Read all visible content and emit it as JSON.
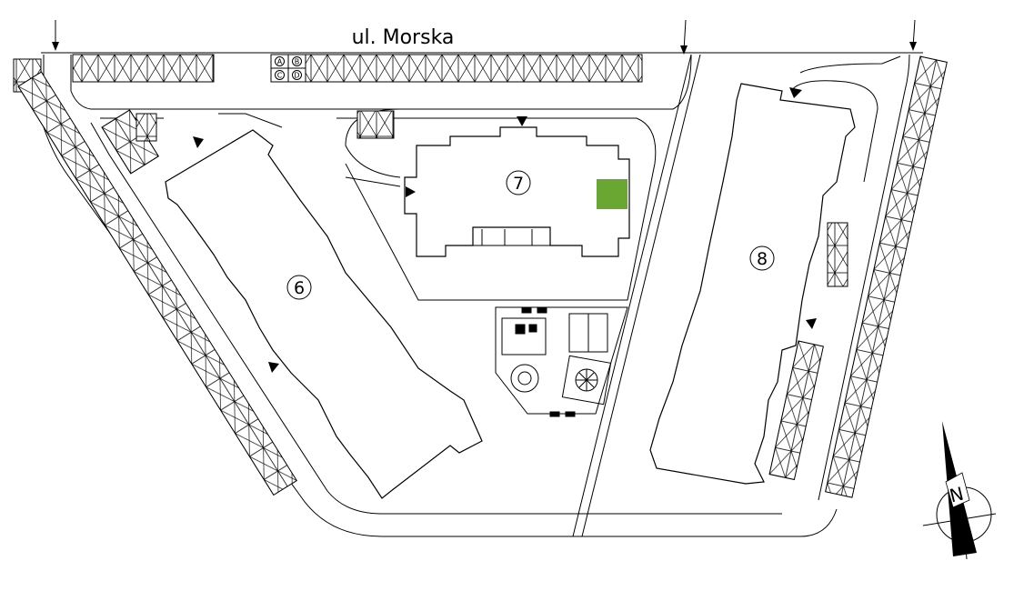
{
  "street": {
    "name": "ul. Morska"
  },
  "buildings": [
    {
      "number": "6"
    },
    {
      "number": "7"
    },
    {
      "number": "8"
    }
  ],
  "bins": [
    "A",
    "B",
    "C",
    "D"
  ],
  "north_arrow": {
    "letter": "N"
  },
  "colors": {
    "highlight": "#6aa632",
    "line": "#000000",
    "background": "#ffffff"
  }
}
